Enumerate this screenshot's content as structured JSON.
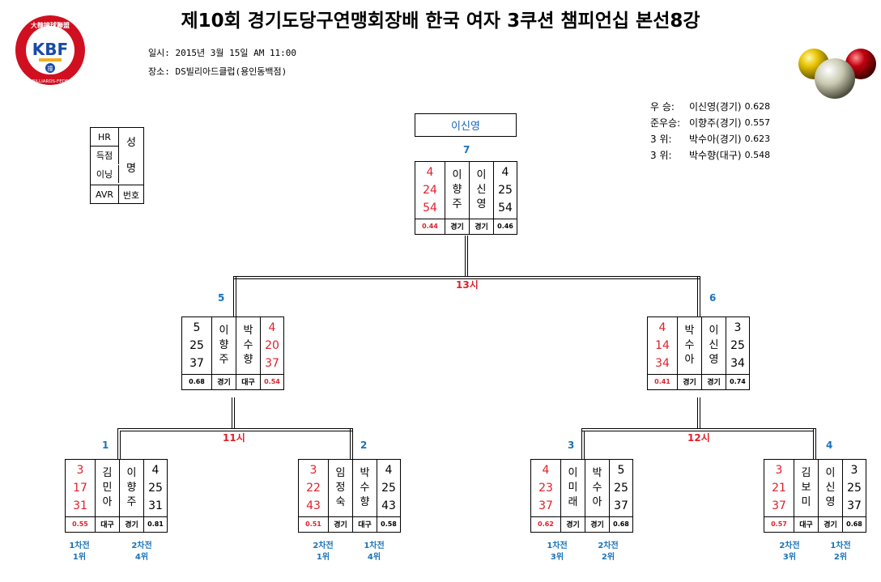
{
  "title": "제10회 경기도당구연맹회장배 한국 여자 3쿠션 챔피언십 본선8강",
  "info": {
    "date": "일시: 2015년  3월  15일  AM 11:00",
    "venue": "장소: DS빌리아드클럽(용인동백점)"
  },
  "logo": {
    "letters": "KBF",
    "ring_text": "KOREA-BILLIARDS-FEDERATION",
    "top_text": "大韓撞球聯盟",
    "center_mark": "撞"
  },
  "results": [
    {
      "label": "우  승:",
      "name": "이신영(경기)",
      "avr": "0.628"
    },
    {
      "label": "준우승:",
      "name": "이향주(경기)",
      "avr": "0.557"
    },
    {
      "label": "3  위:",
      "name": "박수아(경기)",
      "avr": "0.623"
    },
    {
      "label": "3  위:",
      "name": "박수향(대구)",
      "avr": "0.548"
    }
  ],
  "legend": {
    "hr": "HR",
    "score": "득점",
    "innings": "이닝",
    "avr": "AVR",
    "name": "성명",
    "name1": "성",
    "name2": "명",
    "number": "번호"
  },
  "winner": "이신영",
  "colors": {
    "accent_red": "#e0202a",
    "accent_blue": "#1a73b8"
  },
  "matches": [
    {
      "no": "7",
      "left": {
        "hr": "4",
        "score": "24",
        "inn": "54",
        "avr": "0.44",
        "name": "이향주",
        "region": "경기",
        "red": true
      },
      "right": {
        "hr": "4",
        "score": "25",
        "inn": "54",
        "avr": "0.46",
        "name": "이신영",
        "region": "경기",
        "red": false
      }
    },
    {
      "no": "5",
      "left": {
        "hr": "5",
        "score": "25",
        "inn": "37",
        "avr": "0.68",
        "name": "이향주",
        "region": "경기",
        "red": false
      },
      "right": {
        "hr": "4",
        "score": "20",
        "inn": "37",
        "avr": "0.54",
        "name": "박수향",
        "region": "대구",
        "red": true
      }
    },
    {
      "no": "6",
      "left": {
        "hr": "4",
        "score": "14",
        "inn": "34",
        "avr": "0.41",
        "name": "박수아",
        "region": "경기",
        "red": true
      },
      "right": {
        "hr": "3",
        "score": "25",
        "inn": "34",
        "avr": "0.74",
        "name": "이신영",
        "region": "경기",
        "red": false
      }
    },
    {
      "no": "1",
      "left": {
        "hr": "3",
        "score": "17",
        "inn": "31",
        "avr": "0.55",
        "name": "김민아",
        "region": "대구",
        "red": true
      },
      "right": {
        "hr": "4",
        "score": "25",
        "inn": "31",
        "avr": "0.81",
        "name": "이향주",
        "region": "경기",
        "red": false
      }
    },
    {
      "no": "2",
      "left": {
        "hr": "3",
        "score": "22",
        "inn": "43",
        "avr": "0.51",
        "name": "임정숙",
        "region": "경기",
        "red": true
      },
      "right": {
        "hr": "4",
        "score": "25",
        "inn": "43",
        "avr": "0.58",
        "name": "박수향",
        "region": "대구",
        "red": false
      }
    },
    {
      "no": "3",
      "left": {
        "hr": "4",
        "score": "23",
        "inn": "37",
        "avr": "0.62",
        "name": "이미래",
        "region": "경기",
        "red": true
      },
      "right": {
        "hr": "5",
        "score": "25",
        "inn": "37",
        "avr": "0.68",
        "name": "박수아",
        "region": "경기",
        "red": false
      }
    },
    {
      "no": "4",
      "left": {
        "hr": "3",
        "score": "21",
        "inn": "37",
        "avr": "0.57",
        "name": "김보미",
        "region": "대구",
        "red": true
      },
      "right": {
        "hr": "3",
        "score": "25",
        "inn": "37",
        "avr": "0.68",
        "name": "이신영",
        "region": "경기",
        "red": false
      }
    }
  ],
  "times": {
    "final": "13시",
    "semi_left": "11시",
    "semi_right": "12시"
  },
  "notes": [
    {
      "a": "1차전",
      "b": "1위"
    },
    {
      "a": "2차전",
      "b": "4위"
    },
    {
      "a": "2차전",
      "b": "1위"
    },
    {
      "a": "1차전",
      "b": "4위"
    },
    {
      "a": "1차전",
      "b": "3위"
    },
    {
      "a": "2차전",
      "b": "2위"
    },
    {
      "a": "2차전",
      "b": "3위"
    },
    {
      "a": "1차전",
      "b": "2위"
    }
  ]
}
